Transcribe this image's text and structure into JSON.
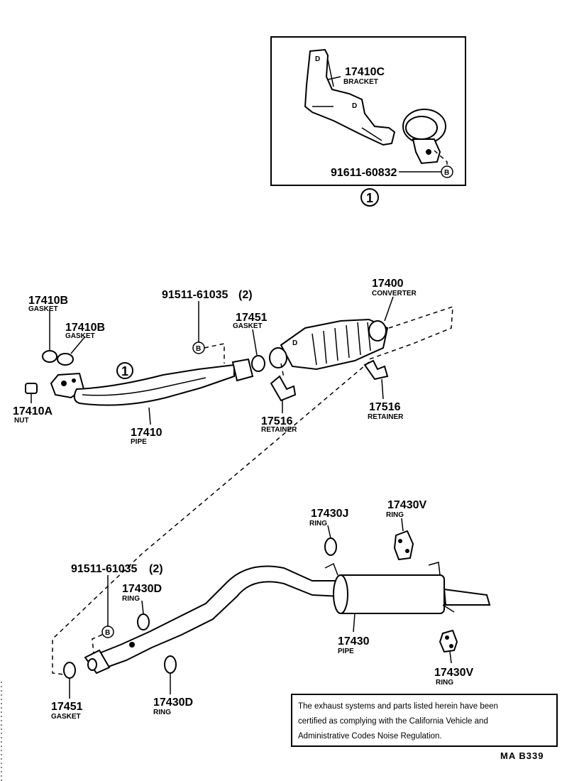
{
  "inset": {
    "bracket_number": "17410C",
    "bracket_name": "BRACKET",
    "bolt_number": "91611-60832",
    "bolt_marker": "B",
    "inset_label": "1"
  },
  "parts": {
    "gasket_a_number": "17410B",
    "gasket_a_name": "GASKET",
    "gasket_b_number": "17410B",
    "gasket_b_name": "GASKET",
    "nut_number": "17410A",
    "nut_name": "NUT",
    "pipe_front_number": "17410",
    "pipe_front_name": "PIPE",
    "pipe_front_callout": "1",
    "bolt_upper_number": "91511-61035",
    "bolt_upper_qty": "(2)",
    "bolt_upper_marker": "B",
    "gasket_upper_number": "17451",
    "gasket_upper_name": "GASKET",
    "converter_number": "17400",
    "converter_name": "CONVERTER",
    "retainer_left_number": "17516",
    "retainer_left_name": "RETAINER",
    "retainer_right_number": "17516",
    "retainer_right_name": "RETAINER",
    "ring_j_number": "17430J",
    "ring_j_name": "RING",
    "ring_v_top_number": "17430V",
    "ring_v_top_name": "RING",
    "bolt_lower_number": "91511-61035",
    "bolt_lower_qty": "(2)",
    "bolt_lower_marker": "B",
    "ring_d_upper_number": "17430D",
    "ring_d_upper_name": "RING",
    "pipe_tail_number": "17430",
    "pipe_tail_name": "PIPE",
    "ring_v_bottom_number": "17430V",
    "ring_v_bottom_name": "RING",
    "gasket_lower_number": "17451",
    "gasket_lower_name": "GASKET",
    "ring_d_lower_number": "17430D",
    "ring_d_lower_name": "RING"
  },
  "note": {
    "line1": "The exhaust systems and parts listed herein have been",
    "line2": "certified as complying with the California Vehicle and",
    "line3": "Administrative Codes Noise Regulation."
  },
  "drawing_code": "MA B339"
}
